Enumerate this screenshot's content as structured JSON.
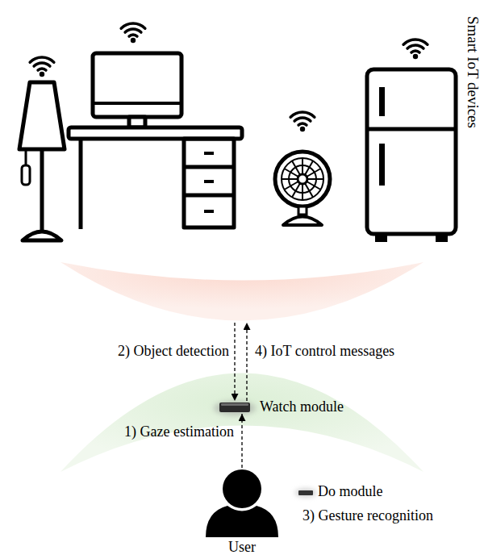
{
  "diagram": {
    "nodes": [
      {
        "text": [
          "Smart IoT devices"
        ]
      },
      {
        "text": [
          "Watch module"
        ]
      },
      {
        "text": [
          "User"
        ]
      },
      {
        "text": [
          "Do module"
        ]
      }
    ],
    "edges": [
      {
        "from": 0,
        "to": 1,
        "label": "2) Object detection",
        "arrow": "to"
      },
      {
        "from": 1,
        "to": 0,
        "label": "4) IoT control messages",
        "arrow": "to"
      },
      {
        "from": 2,
        "to": 1,
        "label": "1) Gaze estimation",
        "arrow": "to"
      }
    ],
    "labels": [
      "3) Gesture recognition"
    ]
  }
}
